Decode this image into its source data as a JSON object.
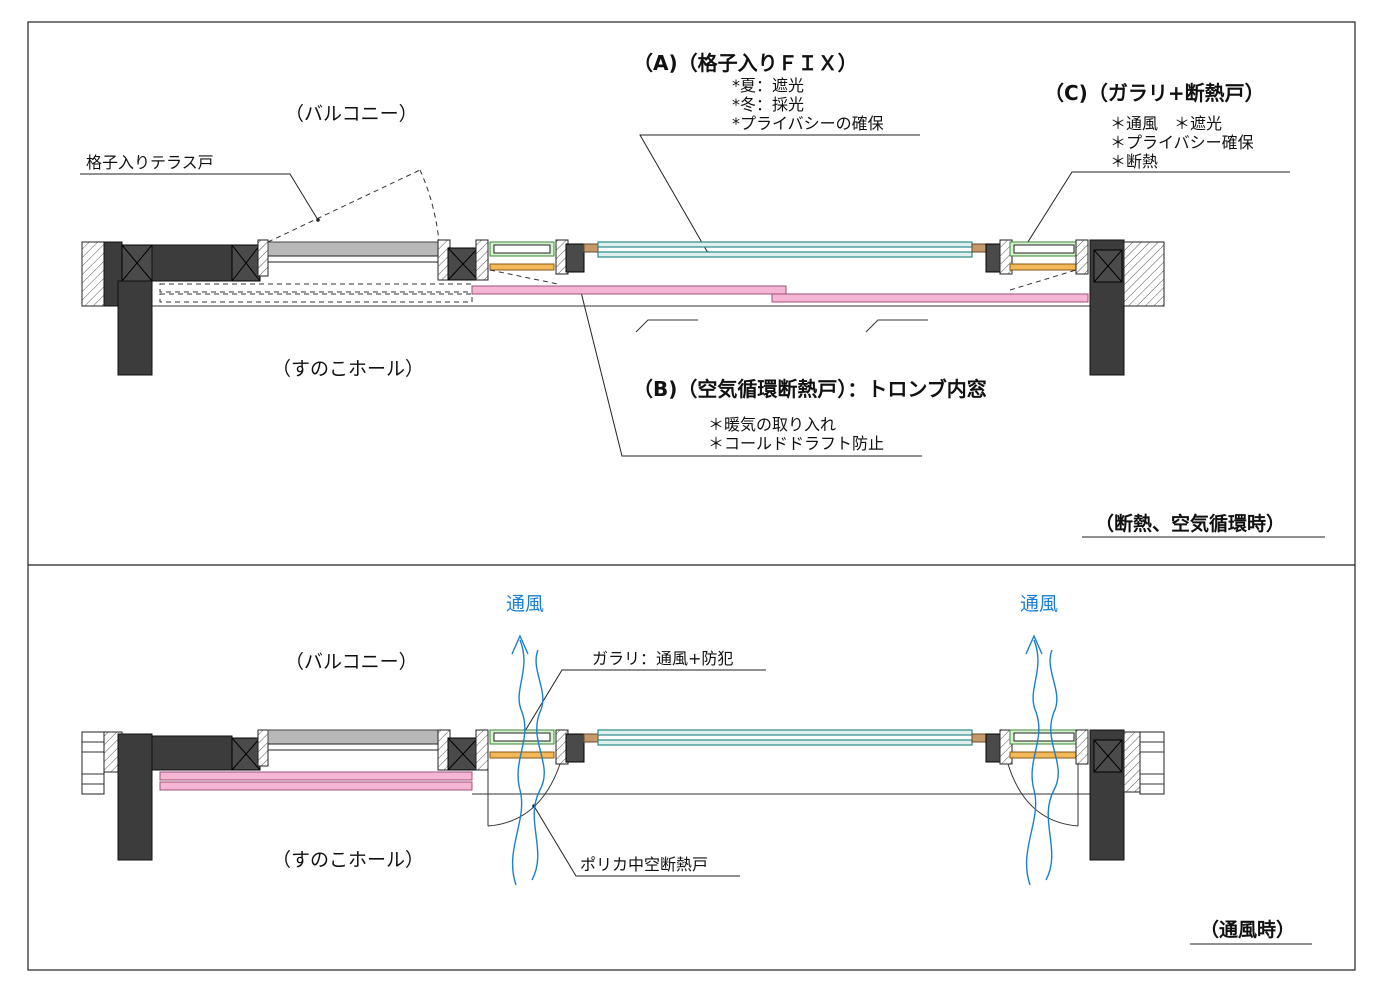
{
  "top_panel": {
    "label_a_title": "（A)（格子入りＦＩＸ）",
    "label_a_note1": "*夏：遮光",
    "label_a_note2": "*冬：採光",
    "label_a_note3": "*プライバシーの確保",
    "label_balcony": "（バルコニー）",
    "label_lattice_door": "格子入りテラス戸",
    "label_c_title": "（C)（ガラリ+断熱戸）",
    "label_c_note1": "＊通風　＊遮光",
    "label_c_note2": "＊プライバシー確保",
    "label_c_note3": "＊断熱",
    "label_sunoko": "（すのこホール）",
    "label_b_title": "（B)（空気循環断熱戸）：トロンブ内窓",
    "label_b_note1": "＊暖気の取り入れ",
    "label_b_note2": "＊コールドドラフト防止",
    "mode_label": "（断熱、空気循環時）"
  },
  "bottom_panel": {
    "airflow_left": "通風",
    "airflow_right": "通風",
    "label_balcony": "（バルコニー）",
    "label_louver": "ガラリ：通風+防犯",
    "label_sunoko": "（すのこホール）",
    "label_polyca": "ポリカ中空断熱戸",
    "mode_label": "（通風時）"
  },
  "colors": {
    "airflow_blue": "#1a7fd4",
    "pink_panel": "#f4b6d2",
    "glass": "#dff0ee"
  }
}
